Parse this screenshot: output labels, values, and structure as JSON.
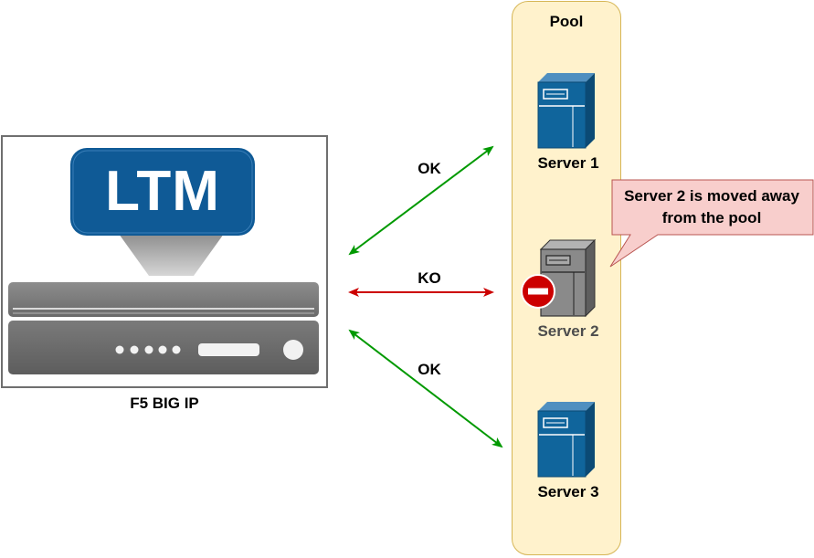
{
  "pool": {
    "title": "Pool"
  },
  "device": {
    "name": "F5 BIG IP",
    "badge": "LTM"
  },
  "servers": [
    {
      "label": "Server 1",
      "status": "active"
    },
    {
      "label": "Server 2",
      "status": "removed"
    },
    {
      "label": "Server 3",
      "status": "active"
    }
  ],
  "links": [
    {
      "label": "OK",
      "color": "#009900"
    },
    {
      "label": "KO",
      "color": "#cc0000"
    },
    {
      "label": "OK",
      "color": "#009900"
    }
  ],
  "callout": {
    "text": "Server 2 is moved away from the pool"
  },
  "colors": {
    "pool_fill": "#fff2cc",
    "pool_border": "#d6b656",
    "ltm_blue": "#0f5a96",
    "server_blue": "#10659c",
    "server_grey": "#8a8a8a",
    "callout_fill": "#f8cecc",
    "callout_border": "#b85450",
    "ok_green": "#009900",
    "ko_red": "#cc0000"
  },
  "icons": {
    "server": "server-tower-icon",
    "remove": "remove-circle-icon",
    "device": "load-balancer-appliance-icon"
  }
}
